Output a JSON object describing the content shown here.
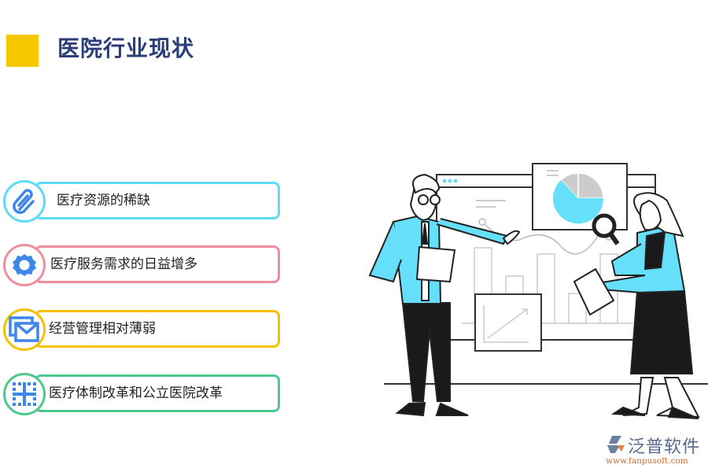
{
  "header": {
    "title": "医院行业现状",
    "accent_color": "#f7c800",
    "title_color": "#2c3e78"
  },
  "items": [
    {
      "label": "医疗资源的稀缺",
      "icon": "paperclip-icon",
      "border_color": "#5ddcf7"
    },
    {
      "label": "医疗服务需求的日益增多",
      "icon": "gear-icon",
      "border_color": "#ee8e9a"
    },
    {
      "label": "经营管理相对薄弱",
      "icon": "mail-icon",
      "border_color": "#f7c100"
    },
    {
      "label": "医疗体制改革和公立医院改革",
      "icon": "grid-cross-icon",
      "border_color": "#4cc88c"
    }
  ],
  "illustration": {
    "description": "Two people presenting business charts on a board",
    "accent_color": "#66dffa"
  },
  "logo": {
    "name": "泛普软件",
    "url": "www.fanpusoft.com"
  }
}
